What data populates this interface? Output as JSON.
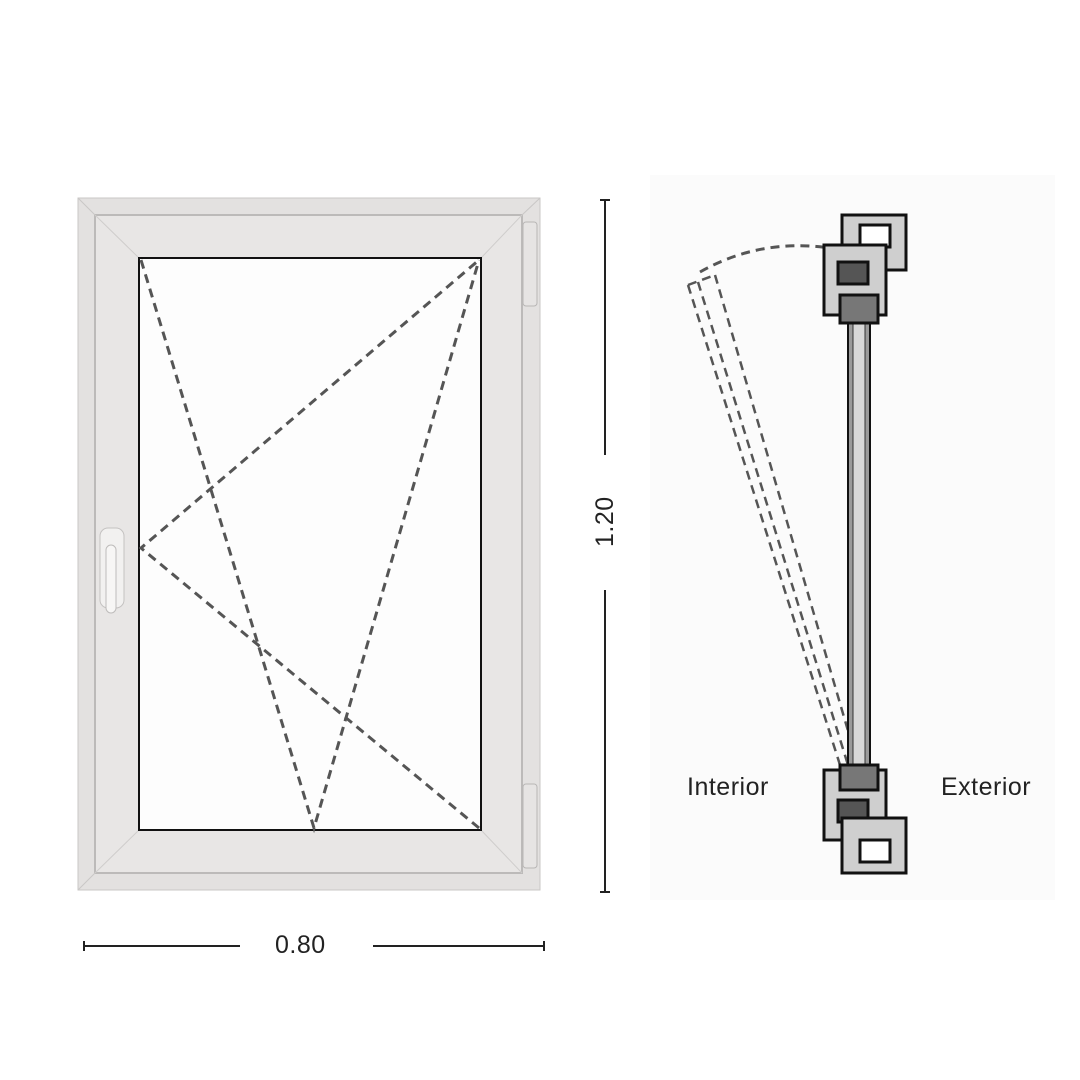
{
  "dimensions": {
    "height_label": "1.20",
    "width_label": "0.80"
  },
  "section": {
    "interior_label": "Interior",
    "exterior_label": "Exterior"
  },
  "colors": {
    "frame": "#e2e0df",
    "frame_edge": "#bdbbba",
    "glass": "#ffffff",
    "dash": "#555555",
    "line": "#222222"
  }
}
